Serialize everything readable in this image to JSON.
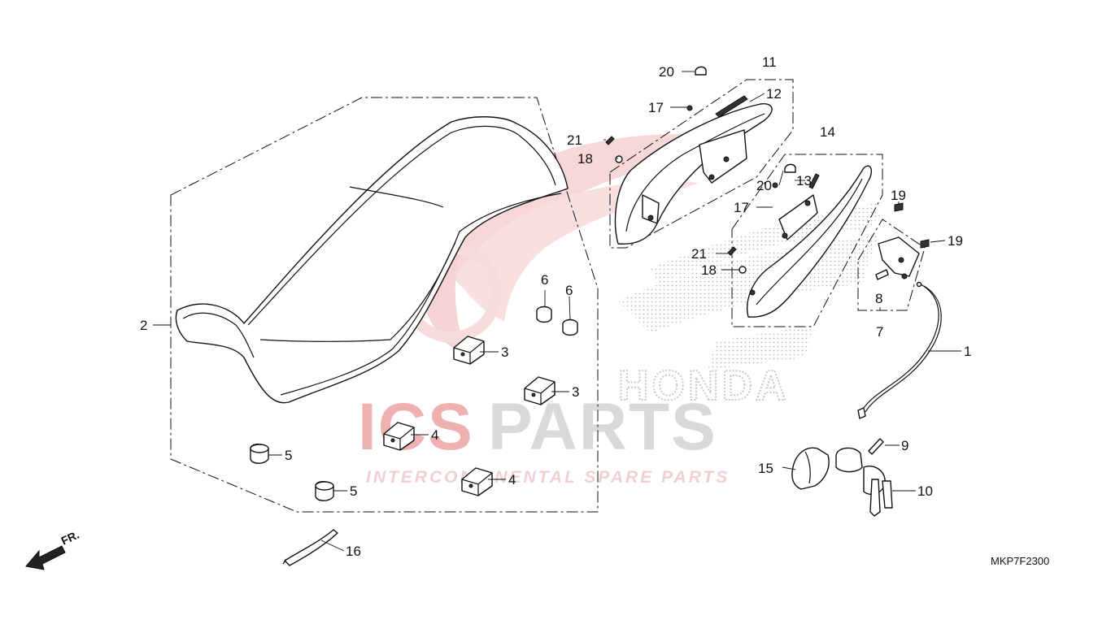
{
  "diagram_code": "MKP7F2300",
  "front_indicator": "FR.",
  "watermark": {
    "brand_left": "ICS",
    "brand_right": "PARTS",
    "tagline": "INTERCONTINENTAL SPARE PARTS",
    "maker": "HONDA",
    "brand_color": "#e8a0a0",
    "brand_right_color": "#d8d8d8"
  },
  "callouts": {
    "c1": "1",
    "c2": "2",
    "c3a": "3",
    "c3b": "3",
    "c4a": "4",
    "c4b": "4",
    "c5a": "5",
    "c5b": "5",
    "c6a": "6",
    "c6b": "6",
    "c7": "7",
    "c8": "8",
    "c9": "9",
    "c10": "10",
    "c11": "11",
    "c12": "12",
    "c13": "13",
    "c14": "14",
    "c15": "15",
    "c16": "16",
    "c17a": "17",
    "c17b": "17",
    "c18a": "18",
    "c18b": "18",
    "c19a": "19",
    "c19b": "19",
    "c20a": "20",
    "c20b": "20",
    "c21a": "21",
    "c21b": "21"
  }
}
